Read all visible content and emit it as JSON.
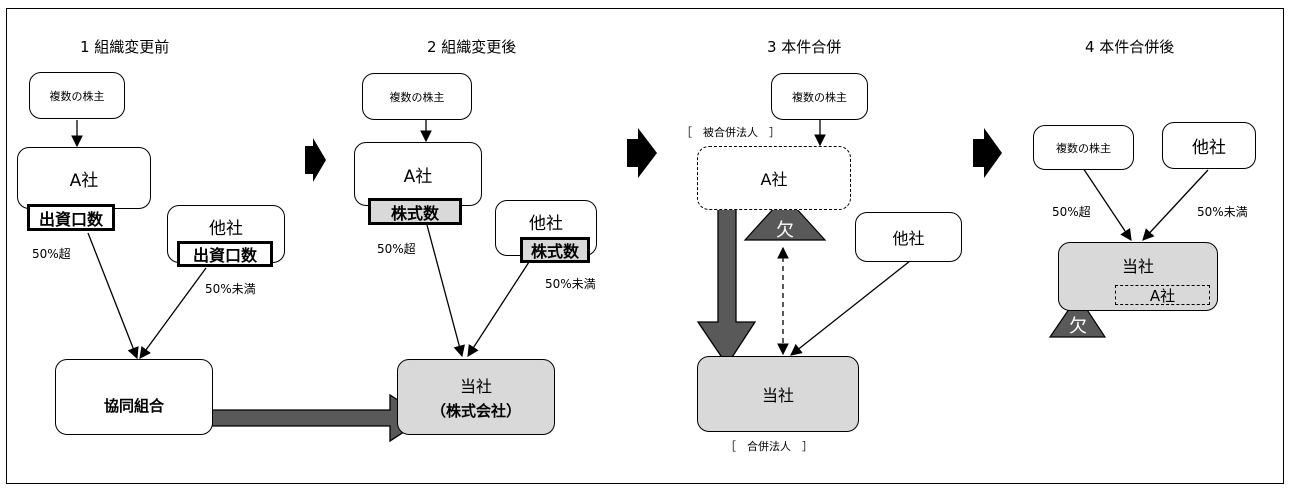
{
  "panels": [
    {
      "title": "1 組織変更前",
      "shareholders": "複数の株主",
      "company_a": "A社",
      "company_a_tag": "出資口数",
      "other": "他社",
      "other_tag": "出資口数",
      "pct_over": "50%超",
      "pct_under": "50%未満",
      "target": "協同組合"
    },
    {
      "title": "2 組織変更後",
      "shareholders": "複数の株主",
      "company_a": "A社",
      "company_a_tag": "株式数",
      "other": "他社",
      "other_tag": "株式数",
      "pct_over": "50%超",
      "pct_under": "50%未満",
      "target_line1": "当社",
      "target_line2": "（株式会社）"
    },
    {
      "title": "3 本件合併",
      "shareholders": "複数の株主",
      "absorbed_label": "［　被合併法人　］",
      "company_a": "A社",
      "ketsu": "欠",
      "other": "他社",
      "target": "当社",
      "merger_label": "［　合併法人　］"
    },
    {
      "title": "4 本件合併後",
      "shareholders": "複数の株主",
      "other": "他社",
      "pct_over": "50%超",
      "pct_under": "50%未満",
      "target": "当社",
      "inner": "A社",
      "ketsu": "欠"
    }
  ]
}
